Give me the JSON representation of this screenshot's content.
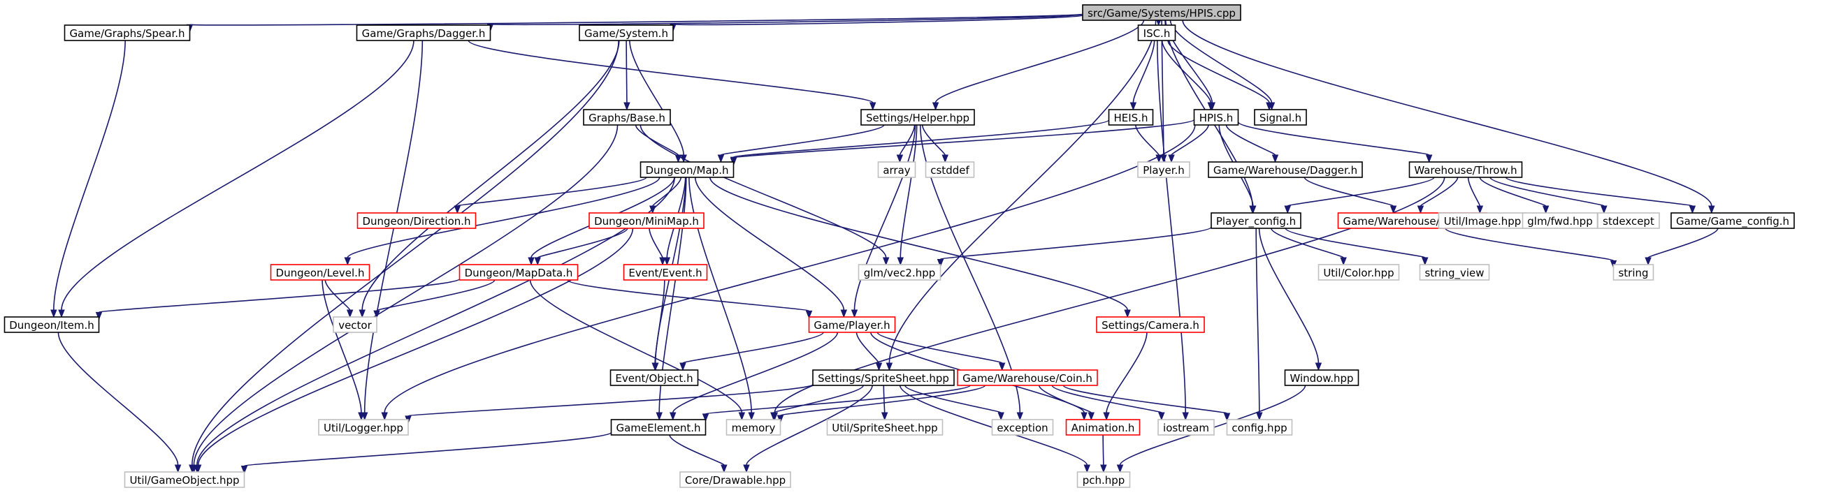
{
  "colors": {
    "edge": "#191970",
    "border_normal": "#000000",
    "border_red": "#ff0000",
    "border_gray": "#bfbfbf",
    "root_fill": "#bfbfbf"
  },
  "nodes": [
    {
      "id": "hpis_cpp",
      "label": "src/Game/Systems/HPIS.cpp",
      "kind": "root"
    },
    {
      "id": "spear",
      "label": "Game/Graphs/Spear.h",
      "kind": "normal"
    },
    {
      "id": "dagger_graph",
      "label": "Game/Graphs/Dagger.h",
      "kind": "normal"
    },
    {
      "id": "system_h",
      "label": "Game/System.h",
      "kind": "normal"
    },
    {
      "id": "isc",
      "label": "ISC.h",
      "kind": "normal"
    },
    {
      "id": "signal",
      "label": "Signal.h",
      "kind": "normal"
    },
    {
      "id": "graphs_base",
      "label": "Graphs/Base.h",
      "kind": "normal"
    },
    {
      "id": "helper",
      "label": "Settings/Helper.hpp",
      "kind": "normal"
    },
    {
      "id": "heis",
      "label": "HEIS.h",
      "kind": "normal"
    },
    {
      "id": "hpis_h",
      "label": "HPIS.h",
      "kind": "normal"
    },
    {
      "id": "map",
      "label": "Dungeon/Map.h",
      "kind": "normal"
    },
    {
      "id": "array",
      "label": "array",
      "kind": "gray"
    },
    {
      "id": "cstddef",
      "label": "cstddef",
      "kind": "gray"
    },
    {
      "id": "player_h",
      "label": "Player.h",
      "kind": "gray"
    },
    {
      "id": "wh_dagger",
      "label": "Game/Warehouse/Dagger.h",
      "kind": "normal"
    },
    {
      "id": "throw",
      "label": "Warehouse/Throw.h",
      "kind": "normal"
    },
    {
      "id": "direction",
      "label": "Dungeon/Direction.h",
      "kind": "red"
    },
    {
      "id": "minimap",
      "label": "Dungeon/MiniMap.h",
      "kind": "red"
    },
    {
      "id": "player_config",
      "label": "Player_config.h",
      "kind": "normal"
    },
    {
      "id": "iequip",
      "label": "Game/Warehouse/IEquip.h",
      "kind": "red"
    },
    {
      "id": "util_image",
      "label": "Util/Image.hpp",
      "kind": "gray"
    },
    {
      "id": "glm_fwd",
      "label": "glm/fwd.hpp",
      "kind": "gray"
    },
    {
      "id": "stdexcept",
      "label": "stdexcept",
      "kind": "gray"
    },
    {
      "id": "game_config",
      "label": "Game/Game_config.h",
      "kind": "normal"
    },
    {
      "id": "level",
      "label": "Dungeon/Level.h",
      "kind": "red"
    },
    {
      "id": "mapdata",
      "label": "Dungeon/MapData.h",
      "kind": "red"
    },
    {
      "id": "event",
      "label": "Event/Event.h",
      "kind": "red"
    },
    {
      "id": "glm_vec2",
      "label": "glm/vec2.hpp",
      "kind": "gray"
    },
    {
      "id": "util_color",
      "label": "Util/Color.hpp",
      "kind": "gray"
    },
    {
      "id": "string_view",
      "label": "string_view",
      "kind": "gray"
    },
    {
      "id": "string",
      "label": "string",
      "kind": "gray"
    },
    {
      "id": "vector",
      "label": "vector",
      "kind": "gray"
    },
    {
      "id": "item",
      "label": "Dungeon/Item.h",
      "kind": "normal"
    },
    {
      "id": "game_player",
      "label": "Game/Player.h",
      "kind": "red"
    },
    {
      "id": "camera",
      "label": "Settings/Camera.h",
      "kind": "red"
    },
    {
      "id": "window",
      "label": "Window.hpp",
      "kind": "normal"
    },
    {
      "id": "event_object",
      "label": "Event/Object.h",
      "kind": "normal"
    },
    {
      "id": "spritesheet",
      "label": "Settings/SpriteSheet.hpp",
      "kind": "normal"
    },
    {
      "id": "coin",
      "label": "Game/Warehouse/Coin.h",
      "kind": "red"
    },
    {
      "id": "logger",
      "label": "Util/Logger.hpp",
      "kind": "gray"
    },
    {
      "id": "gameelement",
      "label": "GameElement.h",
      "kind": "normal"
    },
    {
      "id": "memory",
      "label": "memory",
      "kind": "gray"
    },
    {
      "id": "util_spritesheet",
      "label": "Util/SpriteSheet.hpp",
      "kind": "gray"
    },
    {
      "id": "exception",
      "label": "exception",
      "kind": "gray"
    },
    {
      "id": "animation",
      "label": "Animation.h",
      "kind": "red"
    },
    {
      "id": "iostream",
      "label": "iostream",
      "kind": "gray"
    },
    {
      "id": "config_hpp",
      "label": "config.hpp",
      "kind": "gray"
    },
    {
      "id": "util_gameobject",
      "label": "Util/GameObject.hpp",
      "kind": "gray"
    },
    {
      "id": "drawable",
      "label": "Core/Drawable.hpp",
      "kind": "gray"
    },
    {
      "id": "pch",
      "label": "pch.hpp",
      "kind": "gray"
    }
  ],
  "edges": [
    [
      "hpis_cpp",
      "spear"
    ],
    [
      "hpis_cpp",
      "dagger_graph"
    ],
    [
      "hpis_cpp",
      "system_h"
    ],
    [
      "hpis_cpp",
      "isc"
    ],
    [
      "hpis_cpp",
      "signal"
    ],
    [
      "hpis_cpp",
      "helper"
    ],
    [
      "hpis_cpp",
      "hpis_h"
    ],
    [
      "hpis_cpp",
      "player_h"
    ],
    [
      "hpis_cpp",
      "player_config"
    ],
    [
      "hpis_cpp",
      "game_config"
    ],
    [
      "hpis_cpp",
      "spritesheet"
    ],
    [
      "spear",
      "item"
    ],
    [
      "dagger_graph",
      "helper"
    ],
    [
      "dagger_graph",
      "item"
    ],
    [
      "dagger_graph",
      "logger"
    ],
    [
      "system_h",
      "graphs_base"
    ],
    [
      "system_h",
      "map"
    ],
    [
      "system_h",
      "vector"
    ],
    [
      "system_h",
      "util_gameobject"
    ],
    [
      "isc",
      "heis"
    ],
    [
      "isc",
      "hpis_h"
    ],
    [
      "isc",
      "signal"
    ],
    [
      "isc",
      "iostream"
    ],
    [
      "graphs_base",
      "map"
    ],
    [
      "graphs_base",
      "glm_vec2"
    ],
    [
      "graphs_base",
      "util_gameobject"
    ],
    [
      "helper",
      "map"
    ],
    [
      "helper",
      "array"
    ],
    [
      "helper",
      "cstddef"
    ],
    [
      "helper",
      "glm_vec2"
    ],
    [
      "helper",
      "game_player"
    ],
    [
      "helper",
      "exception"
    ],
    [
      "heis",
      "map"
    ],
    [
      "heis",
      "player_h"
    ],
    [
      "hpis_h",
      "map"
    ],
    [
      "hpis_h",
      "player_h"
    ],
    [
      "hpis_h",
      "wh_dagger"
    ],
    [
      "hpis_h",
      "throw"
    ],
    [
      "hpis_h",
      "player_config"
    ],
    [
      "hpis_h",
      "logger"
    ],
    [
      "map",
      "direction"
    ],
    [
      "map",
      "minimap"
    ],
    [
      "map",
      "level"
    ],
    [
      "map",
      "mapdata"
    ],
    [
      "map",
      "event"
    ],
    [
      "map",
      "game_player"
    ],
    [
      "map",
      "camera"
    ],
    [
      "map",
      "event_object"
    ],
    [
      "map",
      "gameelement"
    ],
    [
      "map",
      "memory"
    ],
    [
      "map",
      "util_gameobject"
    ],
    [
      "wh_dagger",
      "iequip"
    ],
    [
      "throw",
      "player_config"
    ],
    [
      "throw",
      "iequip"
    ],
    [
      "throw",
      "util_image"
    ],
    [
      "throw",
      "glm_fwd"
    ],
    [
      "throw",
      "stdexcept"
    ],
    [
      "throw",
      "game_config"
    ],
    [
      "throw",
      "memory"
    ],
    [
      "minimap",
      "mapdata"
    ],
    [
      "minimap",
      "event"
    ],
    [
      "minimap",
      "util_gameobject"
    ],
    [
      "player_config",
      "glm_vec2"
    ],
    [
      "player_config",
      "util_color"
    ],
    [
      "player_config",
      "string_view"
    ],
    [
      "player_config",
      "window"
    ],
    [
      "player_config",
      "config_hpp"
    ],
    [
      "iequip",
      "string"
    ],
    [
      "game_config",
      "string"
    ],
    [
      "level",
      "vector"
    ],
    [
      "level",
      "logger"
    ],
    [
      "mapdata",
      "item"
    ],
    [
      "mapdata",
      "vector"
    ],
    [
      "mapdata",
      "game_player"
    ],
    [
      "mapdata",
      "memory"
    ],
    [
      "event",
      "event_object"
    ],
    [
      "item",
      "util_gameobject"
    ],
    [
      "game_player",
      "event_object"
    ],
    [
      "game_player",
      "spritesheet"
    ],
    [
      "game_player",
      "coin"
    ],
    [
      "game_player",
      "gameelement"
    ],
    [
      "game_player",
      "animation"
    ],
    [
      "camera",
      "animation"
    ],
    [
      "window",
      "pch"
    ],
    [
      "spritesheet",
      "logger"
    ],
    [
      "spritesheet",
      "memory"
    ],
    [
      "spritesheet",
      "util_spritesheet"
    ],
    [
      "spritesheet",
      "exception"
    ],
    [
      "spritesheet",
      "drawable"
    ],
    [
      "spritesheet",
      "pch"
    ],
    [
      "coin",
      "gameelement"
    ],
    [
      "coin",
      "memory"
    ],
    [
      "coin",
      "animation"
    ],
    [
      "coin",
      "iostream"
    ],
    [
      "coin",
      "config_hpp"
    ],
    [
      "gameelement",
      "util_gameobject"
    ],
    [
      "gameelement",
      "drawable"
    ],
    [
      "animation",
      "pch"
    ]
  ]
}
